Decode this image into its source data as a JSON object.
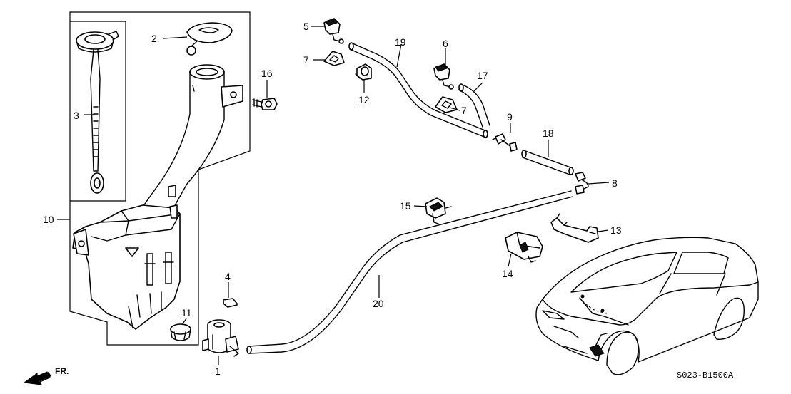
{
  "diagram": {
    "callouts": [
      "1",
      "2",
      "3",
      "4",
      "5",
      "6",
      "7",
      "7",
      "8",
      "9",
      "10",
      "11",
      "12",
      "13",
      "14",
      "15",
      "16",
      "17",
      "18",
      "19",
      "20"
    ],
    "reference_code": "S023-B1500A",
    "direction_label": "FR."
  }
}
